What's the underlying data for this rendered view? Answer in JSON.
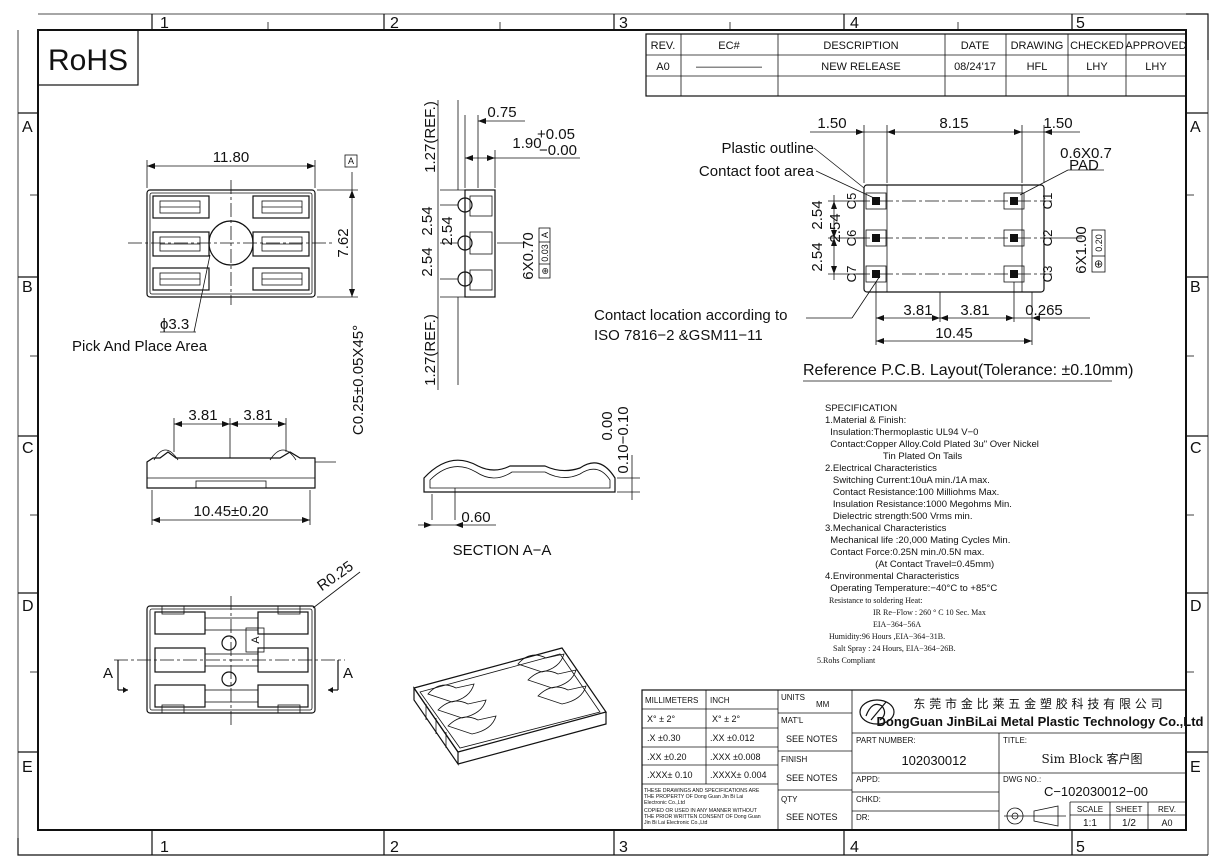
{
  "rohs": "RoHS",
  "zone_cols": [
    "1",
    "2",
    "3",
    "4",
    "5"
  ],
  "zone_rows": [
    "A",
    "B",
    "C",
    "D",
    "E"
  ],
  "revision_table": {
    "headers": [
      "REV.",
      "EC#",
      "DESCRIPTION",
      "DATE",
      "DRAWING",
      "CHECKED",
      "APPROVED"
    ],
    "row": [
      "A0",
      "——————",
      "NEW RELEASE",
      "08/24'17",
      "HFL",
      "LHY",
      "LHY"
    ]
  },
  "top_view": {
    "width_dim": "11.80",
    "height_dim": "7.62",
    "datum": "A",
    "hole_dim": "ϕ3.3",
    "pick_label": "Pick And Place Area"
  },
  "side_view": {
    "ref_top": "1.27(REF.)",
    "ref_bottom": "1.27(REF.)",
    "d075": "0.75",
    "d190": "1.90",
    "tol_plus": "+0.05",
    "tol_minus": "−0.00",
    "pitch1": "2.54",
    "pitch2": "2.54",
    "pitch3": "2.54",
    "contact": "6X0.70",
    "gdt_symbol": "⊕",
    "gdt_tol": "0.03",
    "gdt_datum": "A"
  },
  "pcb": {
    "d150a": "1.50",
    "d815": "8.15",
    "d150b": "1.50",
    "pad": "0.6X0.7",
    "pad_label": "PAD",
    "plastic": "Plastic outline",
    "contact_foot": "Contact foot area",
    "c_right": [
      "C1",
      "C2",
      "C3"
    ],
    "c_left": [
      "C5",
      "C6",
      "C7"
    ],
    "p254a": "2.54",
    "p254b": "2.54",
    "p254c": "2.54",
    "pad_count": "6X1.00",
    "gdt_symbol": "⊕",
    "gdt_tol": "0.20",
    "d381a": "3.81",
    "d381b": "3.81",
    "d0265": "0.265",
    "d1045": "10.45",
    "location_1": "Contact location according to",
    "location_2": "ISO 7816−2 &GSM11−11",
    "title": "Reference P.C.B. Layout(Tolerance: ±0.10mm)"
  },
  "front_view": {
    "chamfer": "C0.25±0.05X45°",
    "d381a": "3.81",
    "d381b": "3.81",
    "width": "10.45±0.20"
  },
  "section": {
    "tol_top": "0.00",
    "tol_bottom": "0.10−0.10",
    "d060": "0.60",
    "label": "SECTION A−A"
  },
  "bottom_view": {
    "radius": "R0.25",
    "cut_left": "A",
    "cut_right": "A",
    "cut_mid": "A"
  },
  "specification": [
    "SPECIFICATION",
    "1.Material & Finish:",
    "  Insulation:Thermoplastic UL94 V−0",
    "  Contact:Copper Alloy.Cold Plated 3u\" Over Nickel",
    "                      Tin Plated On Tails",
    "2.Electrical Characteristics",
    "   Switching Current:10uA min./1A max.",
    "   Contact Resistance:100 Milliohms Max.",
    "   Insulation Resistance:1000 Megohms Min.",
    "   Dielectric strength:500 Vrms min.",
    "3.Mechanical Characteristics",
    "  Mechanical life :20,000 Mating Cycles Min.",
    "  Contact Force:0.25N min./0.5N max.",
    "                   (At Contact Travel=0.45mm)",
    "4.Environmental Characteristics",
    "  Operating Temperature:−40°C to +85°C"
  ],
  "specification_small": [
    "  Resistance to soldering Heat:",
    "                        IR Re−Flow : 260 ° C 10 Sec. Max",
    "                        EIA−364−56A",
    "  Humidity:96 Hours ,EIA−364−31B.",
    "    Salt Spray : 24 Hours, EIA−364−26B.",
    "5.Rohs Compliant"
  ],
  "title_block": {
    "units_table": [
      [
        "MILLIMETERS",
        "INCH"
      ],
      [
        "X° ± 2°",
        "X° ± 2°"
      ],
      [
        ".X  ±0.30",
        ".XX  ±0.012"
      ],
      [
        ".XX ±0.20",
        ".XXX ±0.008"
      ],
      [
        ".XXX± 0.10",
        ".XXXX± 0.004"
      ]
    ],
    "notice": [
      "THESE DRAWINGS AND SPECIFICATIONS ARE",
      "THE PROPERTY OF Dong Guan Jin Bi Lai",
      "Electronic Co.,Ltd",
      "COPIED OR USED IN ANY MANNER WITHOUT",
      "THE PRIOR WRITTEN CONSENT OF Dong Guan",
      "Jin Bi Lai Electronic Co.,Ltd"
    ],
    "units_label": "UNITS",
    "units_value": "MM",
    "matl": "MAT'L",
    "matl_value": "SEE NOTES",
    "finish": "FINISH",
    "finish_value": "SEE NOTES",
    "qty": "QTY",
    "qty_value": "SEE NOTES",
    "company_cn": "东 莞 市 金 比 莱 五 金 塑 胶 科 技 有 限 公 司",
    "company_en": "DongGuan JinBiLai Metal Plastic Technology Co.,Ltd",
    "part_number_label": "PART NUMBER:",
    "part_number": "102030012",
    "title_label": "TITLE:",
    "title": "Sim Block 客户图",
    "appd": "APPD:",
    "chkd": "CHKD:",
    "dr": "DR:",
    "dwg_label": "DWG NO.:",
    "dwg_no": "C−102030012−00",
    "scale_label": "SCALE",
    "scale": "1:1",
    "sheet_label": "SHEET",
    "sheet": "1/2",
    "rev_label": "REV.",
    "rev": "A0"
  }
}
